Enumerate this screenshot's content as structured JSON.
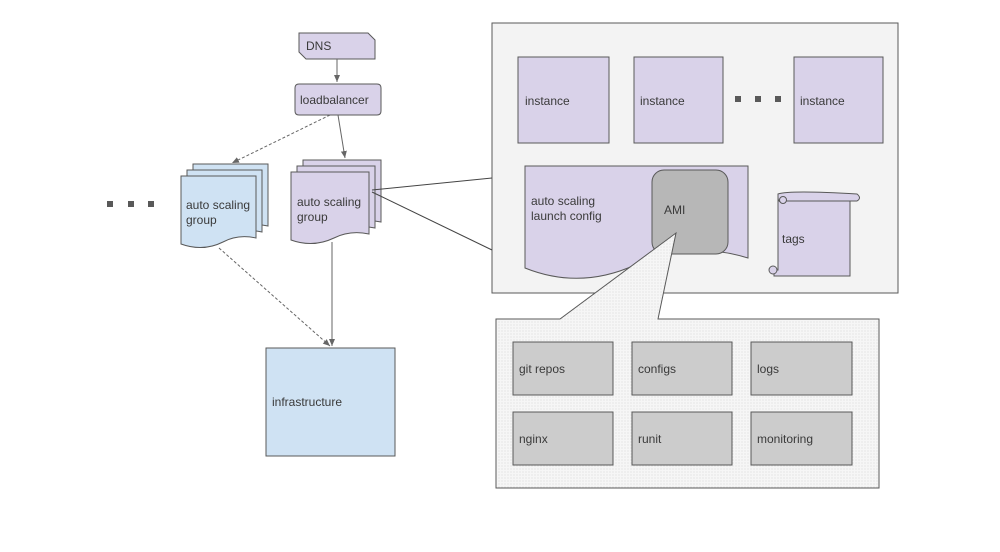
{
  "nodes": {
    "dns": "DNS",
    "loadbalancer": "loadbalancer",
    "asg_left": [
      "auto scaling",
      "group"
    ],
    "asg_right": [
      "auto scaling",
      "group"
    ],
    "infrastructure": "infrastructure",
    "instance_1": "instance",
    "instance_2": "instance",
    "instance_3": "instance",
    "launch_config": [
      "auto scaling",
      "launch config"
    ],
    "ami": "AMI",
    "tags": "tags",
    "git_repos": "git repos",
    "configs": "configs",
    "logs": "logs",
    "nginx": "nginx",
    "runit": "runit",
    "monitoring": "monitoring"
  },
  "colors": {
    "purple_fill": "#d9d2e9",
    "blue_fill": "#cfe2f3",
    "gray_fill": "#cccccc",
    "ami_fill": "#b7b7b7",
    "panel_fill": "#f3f3f3",
    "border": "#595959",
    "dots": "#595959"
  }
}
